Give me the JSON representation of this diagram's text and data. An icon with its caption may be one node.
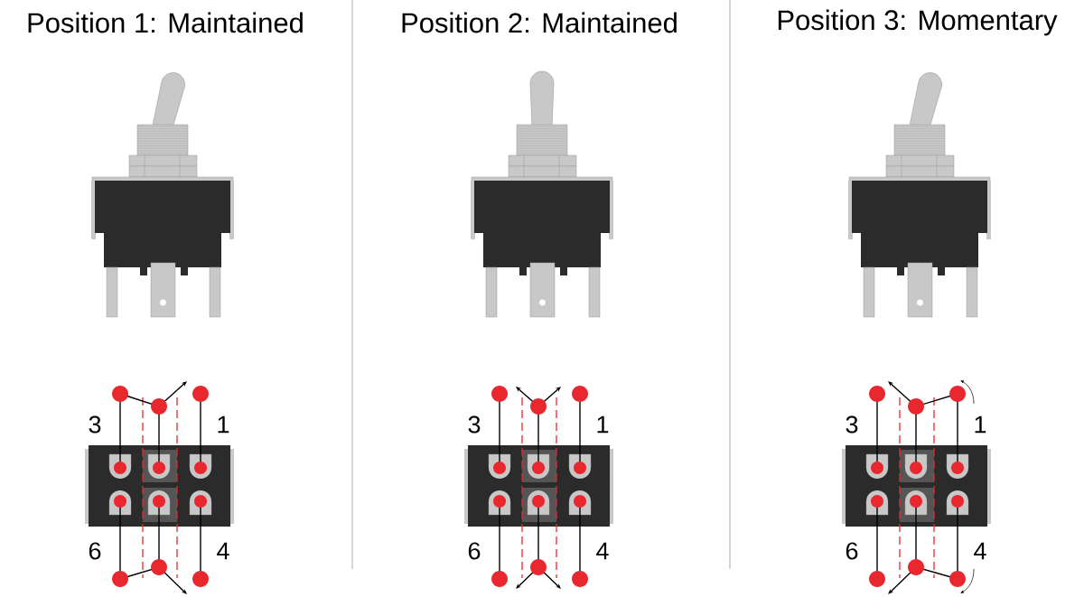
{
  "diagram": {
    "labels": [
      "Position 1: Maintained",
      "Position 2: Maintained",
      "Position 3: Momentary",
      "3",
      "1",
      "3",
      "1",
      "3",
      "1",
      "6",
      "4",
      "6",
      "4",
      "6",
      "4"
    ]
  }
}
